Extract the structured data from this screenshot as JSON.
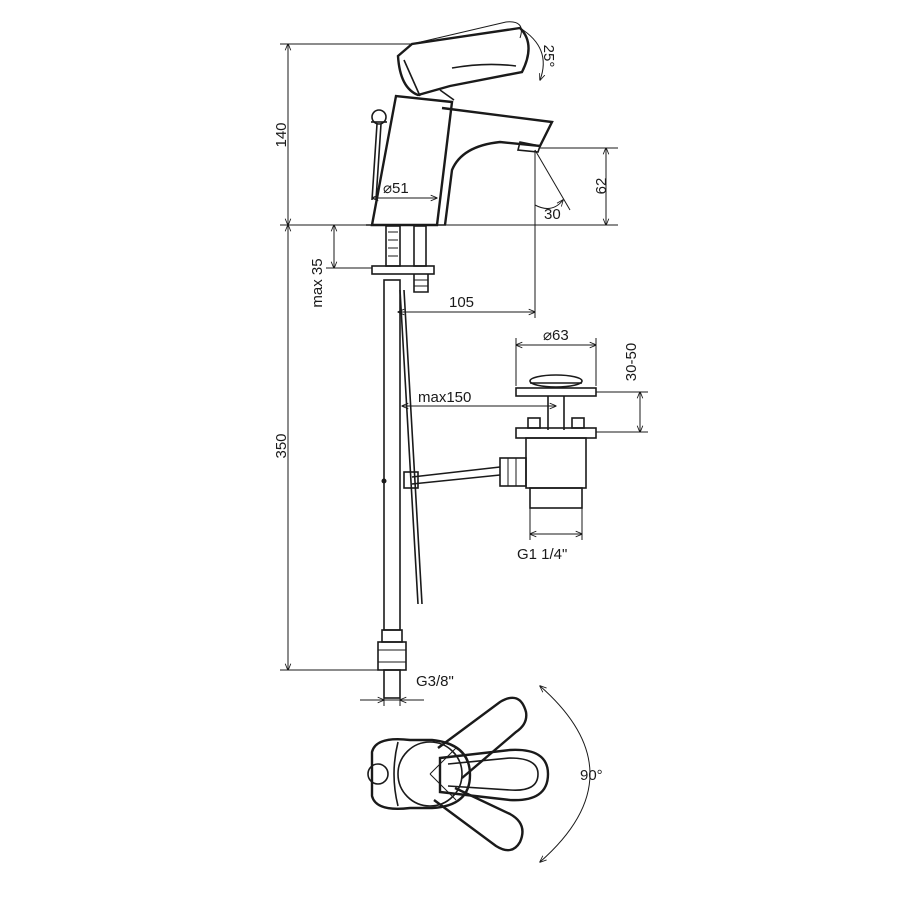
{
  "diagram": {
    "type": "technical-drawing",
    "subject": "single-lever basin mixer with pop-up waste",
    "dimensions": {
      "height_total": "140",
      "spout_height": "62",
      "lever_angle": "25°",
      "spout_angle": "30",
      "body_diameter": "⌀51",
      "deck_thickness": "max 35",
      "spout_reach": "105",
      "waste_diameter": "⌀63",
      "waste_range": "30-50",
      "rod_length": "max150",
      "hose_length": "350",
      "waste_thread": "G1 1/4\"",
      "hose_thread": "G3/8\"",
      "rotation_angle": "90°"
    }
  }
}
